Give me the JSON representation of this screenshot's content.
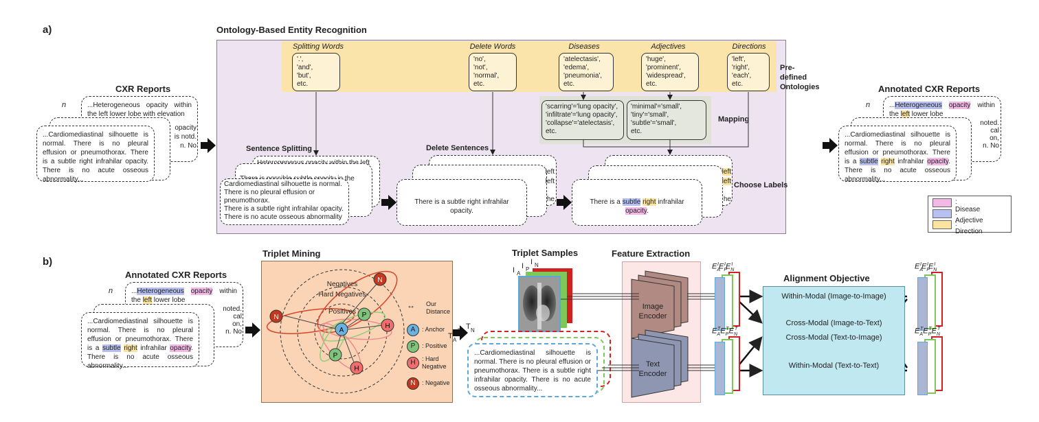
{
  "panel_a": {
    "label": "a)",
    "title": "Ontology-Based Entity Recognition",
    "cxr_reports_title": "CXR Reports",
    "back_card_text": "...Heterogeneous opacity within the left lower lobe with elevation",
    "back_tail": [
      "opacity",
      "is notd.",
      "n.  No"
    ],
    "n_label": "n",
    "front_card_text": "...Cardiomediastinal silhouette is normal.  There is no pleural effusion or pneumothorax.  There is a subtle right infrahilar opacity.  There is no acute osseous abnormality...",
    "ontologies": [
      {
        "header": "Splitting Words",
        "items": [
          "'.',",
          "'and',",
          "'but',",
          "etc."
        ]
      },
      {
        "header": "Delete Words",
        "items": [
          "'no',",
          "'not',",
          "'normal',",
          "etc."
        ]
      },
      {
        "header": "Diseases",
        "items": [
          "'atelectasis',",
          "'edema',",
          "'pneumonia',",
          "etc."
        ]
      },
      {
        "header": "Adjectives",
        "items": [
          "'huge',",
          "'prominent',",
          "'widespread',",
          "etc."
        ]
      },
      {
        "header": "Directions",
        "items": [
          "'left',",
          "'right',",
          "'each',",
          "etc."
        ]
      }
    ],
    "predefined_label": "Pre-defined Ontologies",
    "mapping_label": "Mapping",
    "mapping_boxes": [
      [
        "'scarring'='lung opacity',",
        "'infiltrate'='lung opacity',",
        "'collapse'='atelectasis',",
        "etc."
      ],
      [
        "'minimal'='small',",
        "'tiny'='small',",
        "'subtle'='small',",
        "etc."
      ]
    ],
    "sentence_splitting_label": "Sentence Splitting",
    "delete_sentences_label": "Delete Sentences",
    "choose_labels_label": "Choose Labels",
    "split_back_1": "Heterogeneous opacity within the left",
    "split_back_2": "There is possible subtle opacity in the",
    "split_front": [
      "Cardiomediastinal silhouette is normal.",
      "There is no pleural effusion or",
      "pneumothorax.",
      "There is a subtle right infrahilar opacity.",
      "There is no acute osseous abnormality"
    ],
    "delete_front": "There is a subtle right infrahilar opacity.",
    "delete_tail": [
      "left",
      "left",
      "he"
    ],
    "choose_front": {
      "pre": "There is a ",
      "adj": "subtle",
      "dir": "right",
      "mid": " infrahilar ",
      "dis": "opacity",
      "post": "."
    },
    "choose_tail": [
      "left",
      "left",
      "he"
    ],
    "annotated_title": "Annotated CXR Reports",
    "annot_back": {
      "pre": "...",
      "adj": "Heterogeneous",
      "dis": "opacity",
      "post": " within the ",
      "dir": "left",
      "post2": " lower lobe"
    },
    "annot_tail": [
      "noted.",
      "cal",
      "on,",
      "n.  No"
    ],
    "annot_front": {
      "pre": "...Cardiomediastinal silhouette is normal.  There is no pleural effusion or pneumothorax.  There is a ",
      "adj": "subtle",
      "dir": "right",
      "mid": " infrahilar ",
      "dis": "opacity",
      "post": ".  There is no acute osseous abnormality..."
    }
  },
  "legend": [
    {
      "label": ": Disease",
      "color": "#f2b8e6"
    },
    {
      "label": ": Adjective",
      "color": "#b7c0f0"
    },
    {
      "label": ": Direction",
      "color": "#fbe4a0"
    }
  ],
  "panel_b": {
    "label": "b)",
    "annotated_title": "Annotated CXR Reports",
    "triplet_mining_title": "Triplet Mining",
    "negatives": "Negatives",
    "hard_negatives": "Hard Negatives",
    "positives": "Positives",
    "mining_legend": [
      {
        "glyph": "↔",
        "label": "Our Distance"
      },
      {
        "glyph": "A",
        "label": ": Anchor",
        "color": "#6ab2e0"
      },
      {
        "glyph": "P",
        "label": ": Positive",
        "color": "#7fc47a"
      },
      {
        "glyph": "H",
        "label": ": Hard Negative",
        "color": "#ef6d6d"
      },
      {
        "glyph": "N",
        "label": ": Negative",
        "color": "#c3381f"
      }
    ],
    "triplet_samples_title": "Triplet Samples",
    "img_labels": [
      "I",
      "A",
      "I",
      "P",
      "I",
      "N"
    ],
    "text_labels": [
      "T",
      "A",
      "T",
      "P",
      "T",
      "N"
    ],
    "triplet_text": "...Cardiomediastinal silhouette is normal.  There is no pleural effusion or pneumothorax.  There is a subtle right infrahilar opacity.  There is no acute osseous abnormality...",
    "feature_extraction_title": "Feature Extraction",
    "image_encoder": [
      "Image",
      "Encoder"
    ],
    "text_encoder": [
      "Text",
      "Encoder"
    ],
    "emb": [
      "E",
      "A",
      "E",
      "P",
      "E",
      "N",
      "I",
      "T"
    ],
    "alignment_title": "Alignment Objective",
    "alignment_items": [
      "Within-Modal (Image-to-Image)",
      "Cross-Modal (Image-to-Text)",
      "Cross-Modal (Text-to-Image)",
      "Within-Modal (Text-to-Text)"
    ]
  }
}
